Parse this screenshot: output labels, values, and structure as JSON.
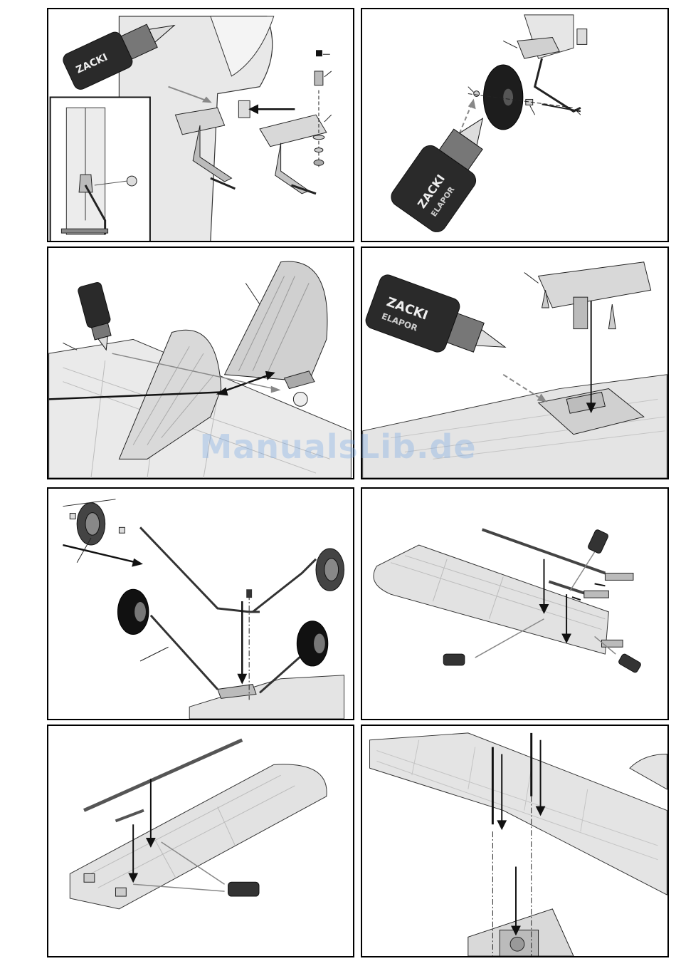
{
  "glue_bottle": {
    "brand": "ZACKI",
    "product": "ELAPOR"
  },
  "watermark": "ManualsLib.de",
  "panels": [
    {
      "id": "step-1"
    },
    {
      "id": "step-2"
    },
    {
      "id": "step-3"
    },
    {
      "id": "step-4"
    },
    {
      "id": "step-5"
    },
    {
      "id": "step-6"
    },
    {
      "id": "step-7"
    },
    {
      "id": "step-8"
    }
  ]
}
